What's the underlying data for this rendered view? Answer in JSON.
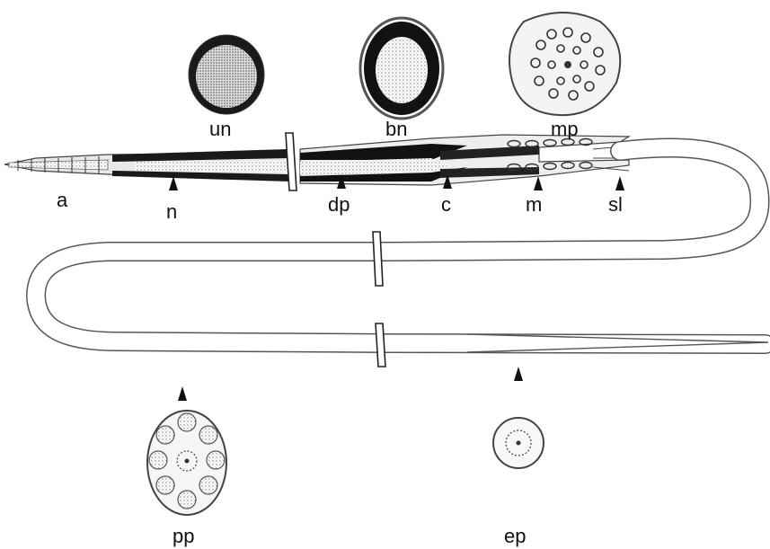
{
  "figure": {
    "panel_label": "a",
    "labels": {
      "un": "un",
      "bn": "bn",
      "mp": "mp",
      "n": "n",
      "dp": "dp",
      "c": "c",
      "m": "m",
      "sl": "sl",
      "pp": "pp",
      "ep": "ep"
    }
  },
  "colors": {
    "ink": "#111111",
    "stipple": "#8a8a8a",
    "paper": "#ffffff"
  }
}
